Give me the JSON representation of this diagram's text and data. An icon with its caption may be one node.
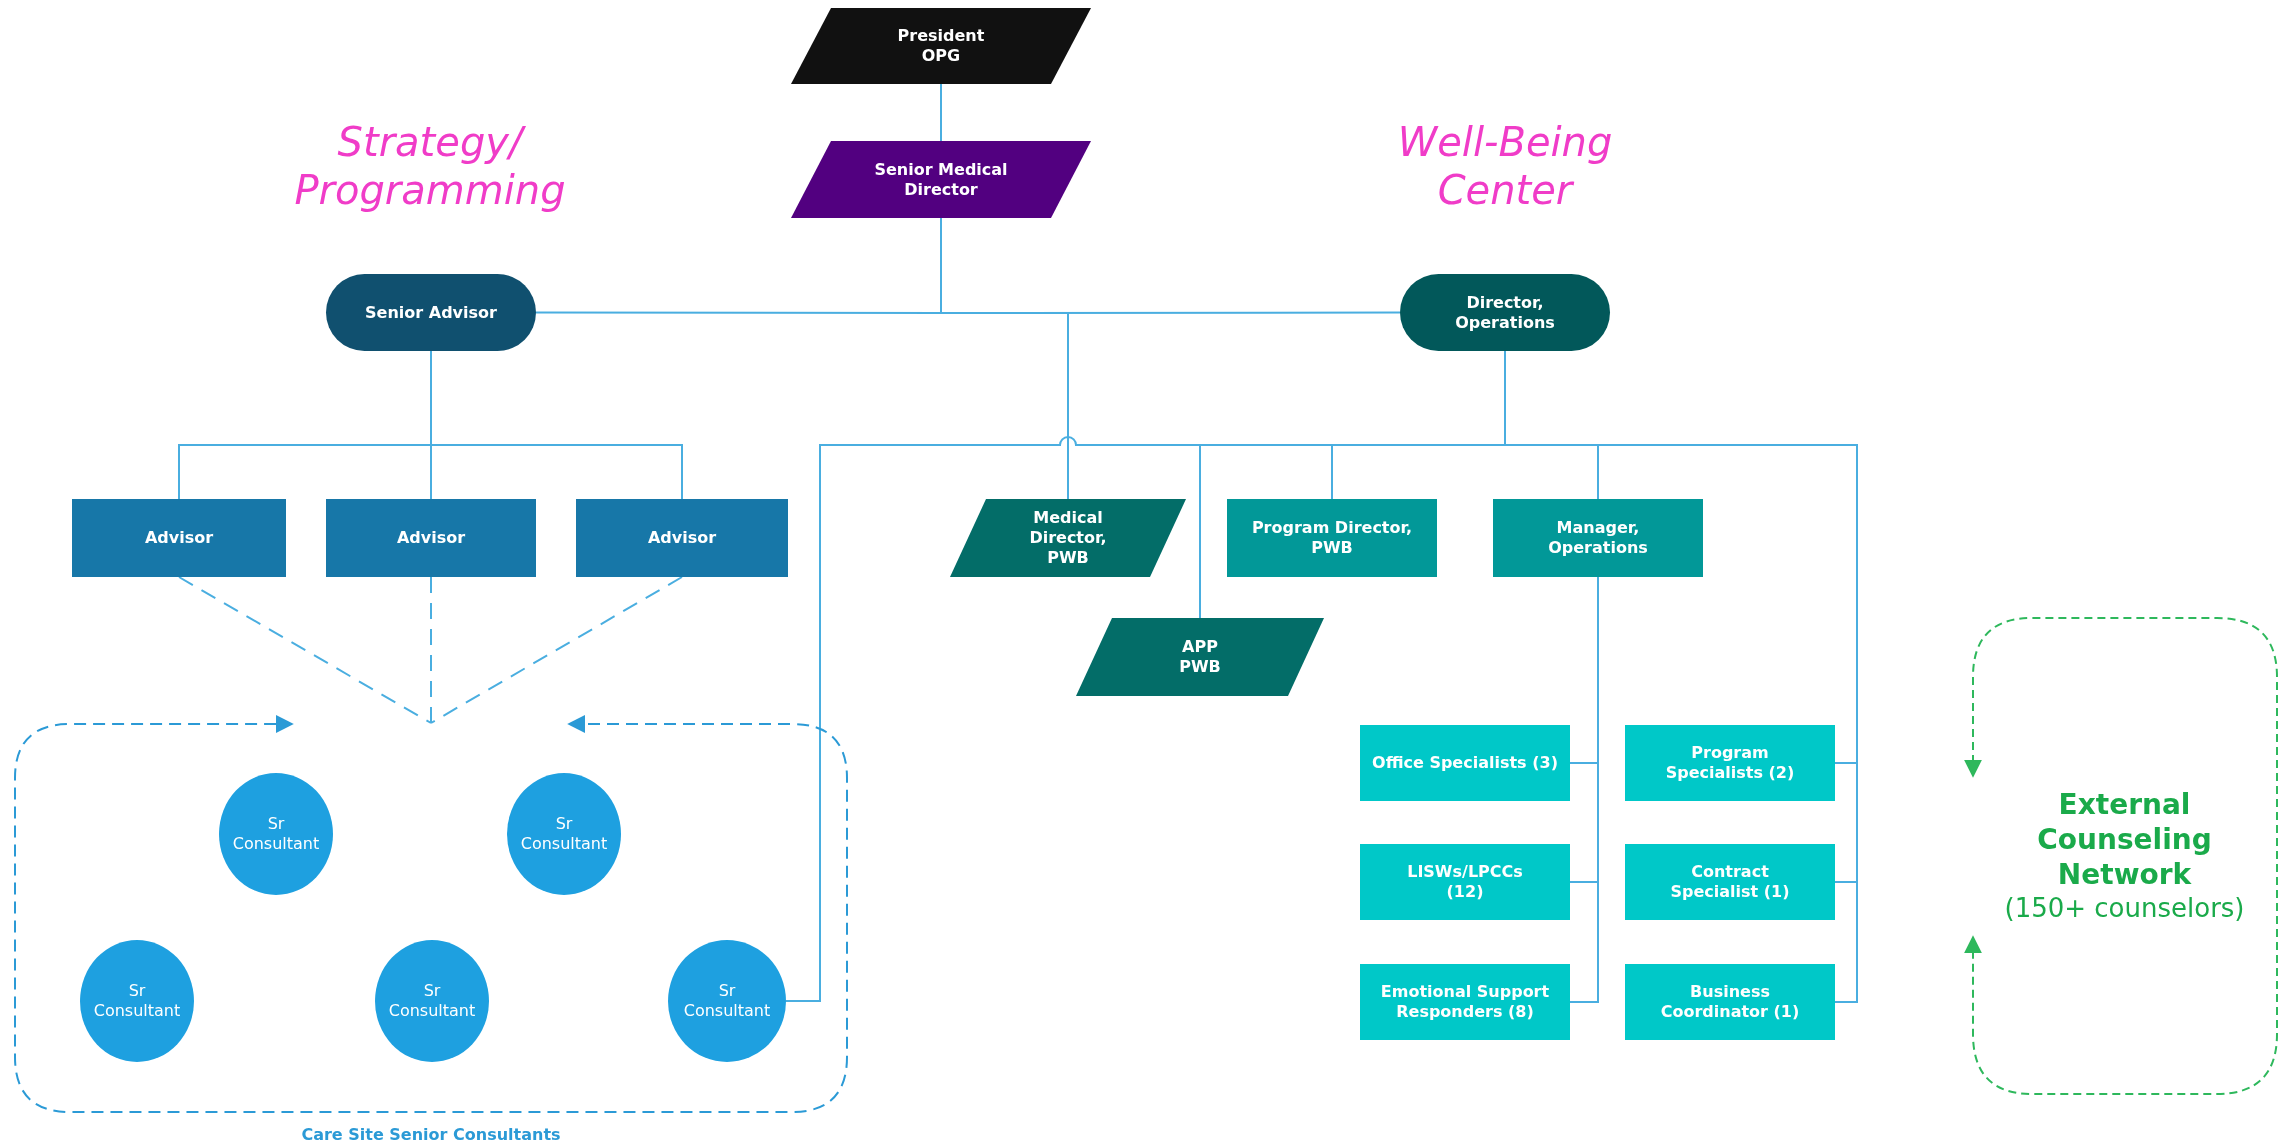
{
  "diagram": {
    "nodes": [
      {
        "text": [
          "President OPG"
        ]
      },
      {
        "text": [
          "Senior Medical Director"
        ]
      },
      {
        "text": [
          "Senior Advisor"
        ]
      },
      {
        "text": [
          "Director, Operations"
        ]
      },
      {
        "text": [
          "Advisor"
        ]
      },
      {
        "text": [
          "Advisor"
        ]
      },
      {
        "text": [
          "Advisor"
        ]
      },
      {
        "text": [
          "Medical Director, PWB"
        ]
      },
      {
        "text": [
          "Program Director, PWB"
        ]
      },
      {
        "text": [
          "Manager, Operations"
        ]
      },
      {
        "text": [
          "APP PWB"
        ]
      },
      {
        "text": [
          "Care Site Senior Consultants"
        ]
      },
      {
        "text": [
          "Sr Consultant"
        ],
        "in": 11
      },
      {
        "text": [
          "Sr Consultant"
        ],
        "in": 11
      },
      {
        "text": [
          "Sr Consultant"
        ],
        "in": 11
      },
      {
        "text": [
          "Sr Consultant"
        ],
        "in": 11
      },
      {
        "text": [
          "Sr Consultant"
        ],
        "in": 11
      },
      {
        "text": [
          "Office Specialists (3)"
        ]
      },
      {
        "text": [
          "Program Specialists (2)"
        ]
      },
      {
        "text": [
          "LISWs/LPCCs (12)"
        ]
      },
      {
        "text": [
          "Contract Specialist (1)"
        ]
      },
      {
        "text": [
          "Emotional Support Responders (8)"
        ]
      },
      {
        "text": [
          "Business Coordinator (1)"
        ]
      },
      {
        "text": [
          "External Counseling Network",
          "(150+ counselors)"
        ]
      }
    ],
    "edges": [
      {
        "from": 0,
        "to": 1,
        "arrow": "none"
      },
      {
        "from": 1,
        "to": 2,
        "arrow": "none"
      },
      {
        "from": 1,
        "to": 3,
        "arrow": "none"
      },
      {
        "from": 1,
        "to": 7,
        "arrow": "none"
      },
      {
        "from": 2,
        "to": 4,
        "arrow": "none"
      },
      {
        "from": 2,
        "to": 5,
        "arrow": "none"
      },
      {
        "from": 2,
        "to": 6,
        "arrow": "none"
      },
      {
        "from": 3,
        "to": 8,
        "arrow": "none"
      },
      {
        "from": 3,
        "to": 9,
        "arrow": "none"
      },
      {
        "from": 3,
        "to": 10,
        "arrow": "none"
      },
      {
        "from": 3,
        "to": 16,
        "arrow": "none"
      },
      {
        "from": 3,
        "to": 18,
        "arrow": "none"
      },
      {
        "from": 3,
        "to": 20,
        "arrow": "none"
      },
      {
        "from": 3,
        "to": 22,
        "arrow": "none"
      },
      {
        "from": 9,
        "to": 17,
        "arrow": "none"
      },
      {
        "from": 9,
        "to": 19,
        "arrow": "none"
      },
      {
        "from": 9,
        "to": 21,
        "arrow": "none"
      },
      {
        "from": 4,
        "to": 11,
        "arrow": "none",
        "style": "dashed"
      },
      {
        "from": 5,
        "to": 11,
        "arrow": "none",
        "style": "dashed"
      },
      {
        "from": 6,
        "to": 11,
        "arrow": "none",
        "style": "dashed"
      }
    ],
    "labels": [
      "Strategy/ Programming",
      "Well-Being Center"
    ]
  }
}
